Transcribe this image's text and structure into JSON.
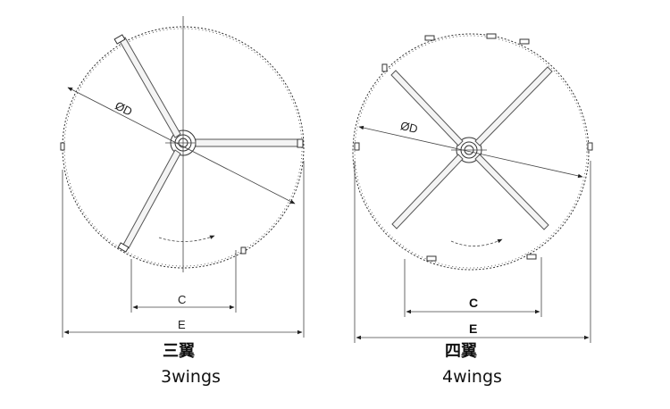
{
  "left_diagram": {
    "diameter_label": "ØD",
    "dim_c_label": "C",
    "dim_e_label": "E",
    "caption_zh": "三翼",
    "caption_en": "3wings"
  },
  "right_diagram": {
    "diameter_label": "ØD",
    "dim_c_label": "C",
    "dim_e_label": "E",
    "caption_zh": "四翼",
    "caption_en": "4wings"
  }
}
